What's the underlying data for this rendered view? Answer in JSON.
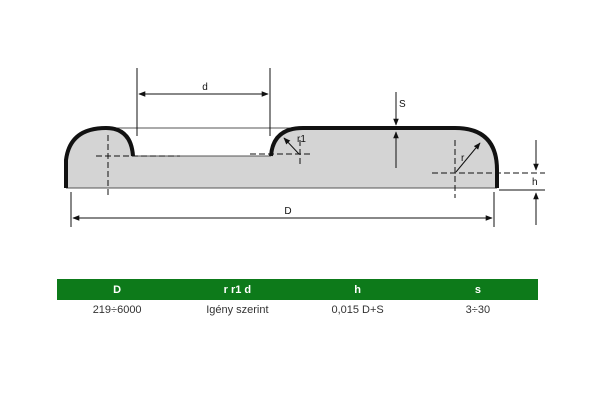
{
  "diagram": {
    "labels": {
      "d": "d",
      "s": "S",
      "r1": "r1",
      "r": "r",
      "h": "h",
      "D": "D"
    }
  },
  "table": {
    "headers": [
      "D",
      "r r1 d",
      "h",
      "s"
    ],
    "rows": [
      [
        "219÷6000",
        "Igény szerint",
        "0,015 D+S",
        "3÷30"
      ]
    ],
    "header_color": "#0d7a1a"
  }
}
